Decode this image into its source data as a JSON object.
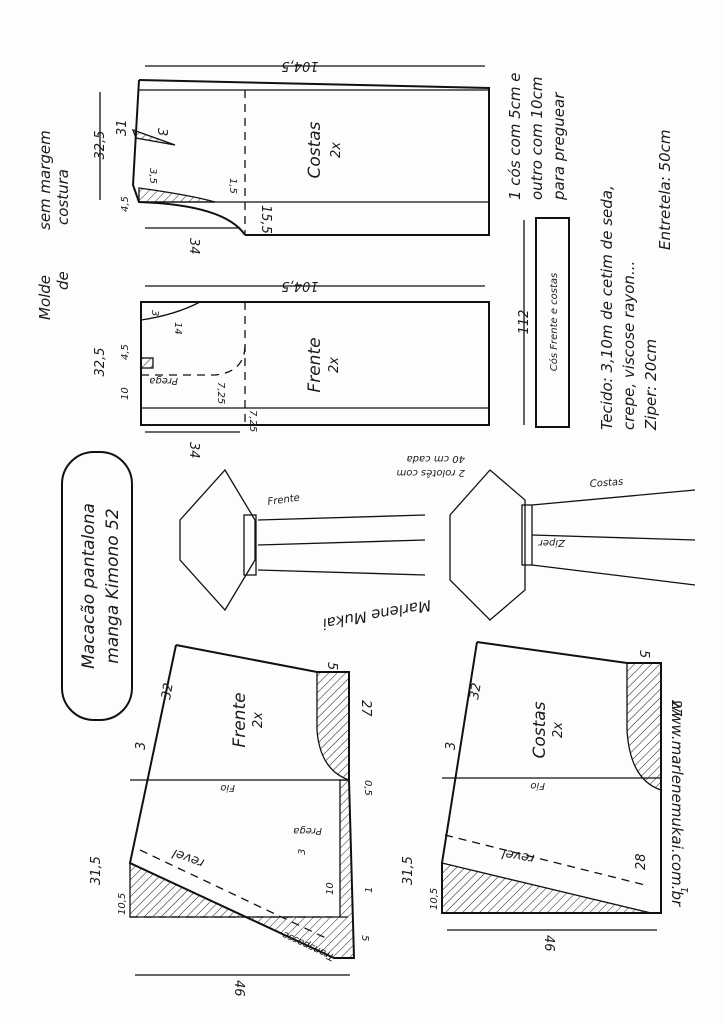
{
  "molde_note": {
    "line1": "Molde",
    "line2": "de",
    "line3": "sem margem",
    "line4": "costura"
  },
  "pants_back": {
    "label": "Costas",
    "qty": "2x",
    "length": "104,5",
    "hip": "32,5",
    "dart_len": "31",
    "dart_w": "3",
    "rise": "3,5",
    "crotch_drop": "4,5",
    "crotch_ext": "1,5",
    "crotch_h": "15,5",
    "width": "34"
  },
  "pants_front": {
    "label": "Frente",
    "qty": "2x",
    "length": "104,5",
    "hip": "32,5",
    "pocket_top": "3",
    "pocket_len": "14",
    "pleat_w": "4,5",
    "pleat_label": "Prega",
    "pleat_pos": "10",
    "crotch_ext": "7,25",
    "crotch_h": "7,25",
    "width": "34"
  },
  "waistband": {
    "label": "Cós Frente e costas",
    "length": "112"
  },
  "waistband_note": {
    "line1": "1 cós com 5cm e",
    "line2": "outro com 10cm",
    "line3": "para preguear"
  },
  "materials": {
    "fabric": "Tecido: 3,10m de cetim de seda,",
    "fabric2": "crepe, viscose rayon...",
    "zipper": "Ziper: 20cm",
    "interfacing": "Entretela: 50cm"
  },
  "title": {
    "line1": "Macacão pantalona",
    "line2": "manga Kimono 52"
  },
  "sketch": {
    "front_label": "Frente",
    "back_label": "Costas",
    "zipper_label": "Ziper",
    "ties_note1": "2 rolotês com",
    "ties_note2": "40 cm cada"
  },
  "signature": "Marlene Mukai",
  "bodice_front": {
    "label": "Frente",
    "qty": "2x",
    "sleeve": "32",
    "cuff_w": "5",
    "cuff_len": "27",
    "shoulder": "3",
    "underarm": "0,5",
    "grain": "Fio",
    "height": "31,5",
    "pleat_label": "Prega",
    "pleat_w": "3",
    "facing": "revel",
    "neck_drop": "10,5",
    "pleat_pos": "10",
    "side": "1",
    "overlap_h": "5",
    "overlap": "Transpasse",
    "width": "46"
  },
  "bodice_back": {
    "label": "Costas",
    "qty": "2x",
    "sleeve": "32",
    "cuff_w": "5",
    "cuff_len": "27",
    "shoulder": "3",
    "grain": "Fio",
    "height": "31,5",
    "side_len": "28",
    "facing": "revel",
    "neck_drop": "10,5",
    "side": "1",
    "width": "46"
  },
  "url": "www.marlenemukai.com.br"
}
